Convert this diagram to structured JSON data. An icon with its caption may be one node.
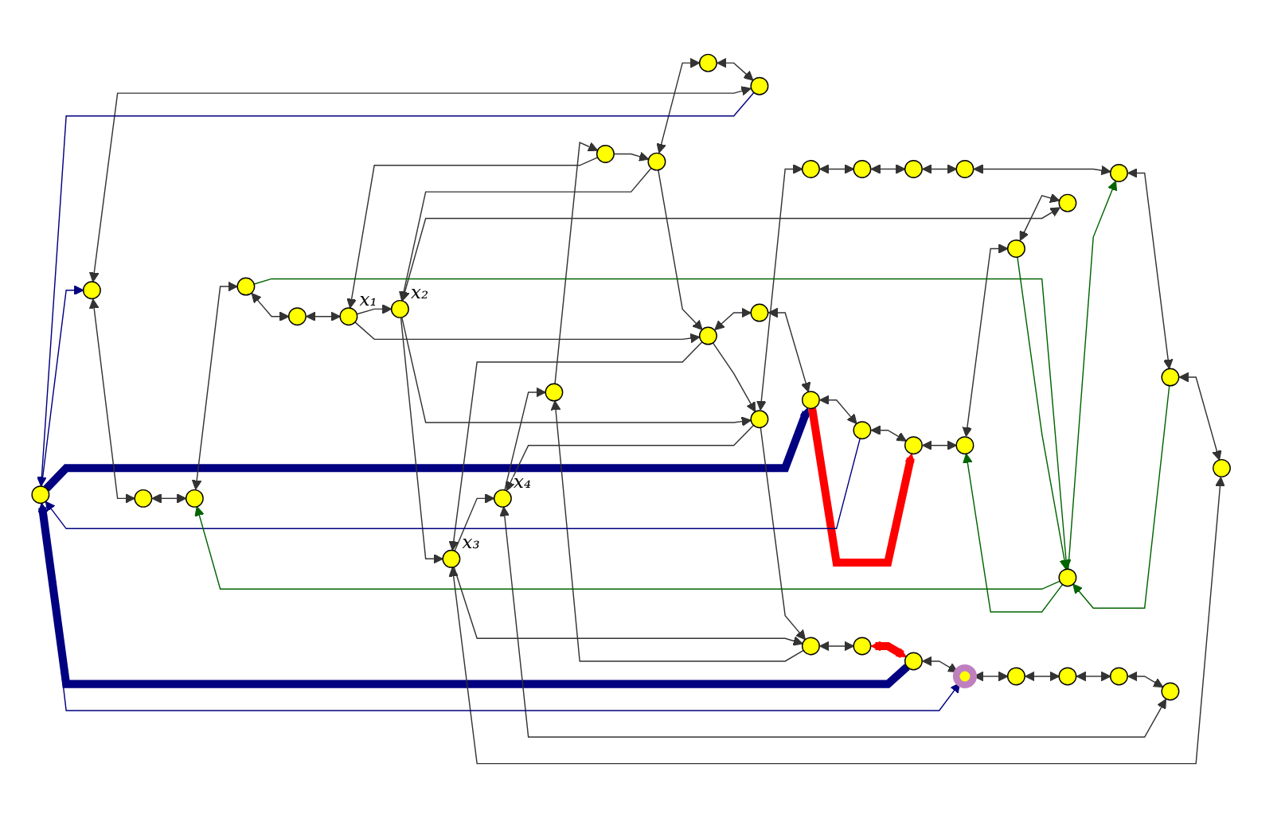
{
  "diagram": {
    "nodes": [
      {
        "text": [],
        "shape": "circle"
      },
      {
        "text": [],
        "shape": "circle"
      },
      {
        "text": [],
        "shape": "circle"
      },
      {
        "text": [],
        "shape": "circle"
      },
      {
        "text": [],
        "shape": "circle"
      },
      {
        "text": [],
        "shape": "circle"
      },
      {
        "text": [],
        "shape": "circle"
      },
      {
        "text": [],
        "shape": "circle"
      },
      {
        "text": [],
        "shape": "circle"
      },
      {
        "text": [],
        "shape": "circle"
      },
      {
        "text": [],
        "shape": "circle"
      },
      {
        "text": [],
        "shape": "circle",
        "beside": [
          "x₁"
        ]
      },
      {
        "text": [],
        "shape": "circle"
      },
      {
        "text": [],
        "shape": "circle"
      },
      {
        "text": [],
        "shape": "circle"
      },
      {
        "text": [],
        "shape": "circle"
      },
      {
        "text": [],
        "shape": "circle"
      },
      {
        "text": [],
        "shape": "circle"
      },
      {
        "text": [],
        "shape": "circle"
      },
      {
        "text": [],
        "shape": "circle"
      },
      {
        "text": [],
        "shape": "circle",
        "beside": [
          "x₂"
        ]
      },
      {
        "text": [],
        "shape": "circle"
      },
      {
        "text": [],
        "shape": "circle"
      },
      {
        "text": [],
        "shape": "circle"
      },
      {
        "text": [],
        "shape": "circle"
      },
      {
        "text": [],
        "shape": "circle"
      },
      {
        "text": [],
        "shape": "circle"
      },
      {
        "text": [],
        "shape": "circle"
      },
      {
        "text": [],
        "shape": "circle"
      },
      {
        "text": [],
        "shape": "circle",
        "beside": [
          "x₃"
        ]
      },
      {
        "text": [],
        "shape": "circle"
      },
      {
        "text": [],
        "shape": "circle"
      },
      {
        "text": [],
        "shape": "circle"
      },
      {
        "text": [],
        "shape": "circle"
      },
      {
        "text": [],
        "shape": "circle"
      },
      {
        "text": [],
        "shape": "circle"
      },
      {
        "text": [],
        "shape": "circle"
      },
      {
        "text": [],
        "shape": "circle"
      },
      {
        "text": [],
        "shape": "circle",
        "beside": [
          "x₄"
        ]
      },
      {
        "text": [],
        "shape": "circle"
      }
    ],
    "edges": [
      {
        "from": 2,
        "to": 3,
        "arrow": "to"
      },
      {
        "from": 2,
        "to": 11,
        "arrow": "to"
      },
      {
        "from": 3,
        "to": 4,
        "arrow": "both"
      },
      {
        "from": 4,
        "to": 5,
        "arrow": "both"
      },
      {
        "from": 5,
        "to": 6,
        "arrow": "both"
      },
      {
        "from": 6,
        "to": 7,
        "arrow": "both"
      },
      {
        "from": 7,
        "to": 8,
        "arrow": "both"
      },
      {
        "from": 8,
        "to": 9,
        "arrow": "both"
      },
      {
        "from": 9,
        "to": 10,
        "arrow": "both"
      },
      {
        "from": 10,
        "to": 11,
        "arrow": "both"
      },
      {
        "from": 12,
        "to": 13,
        "arrow": "both"
      },
      {
        "from": 13,
        "to": 14,
        "arrow": "both"
      },
      {
        "from": 14,
        "to": 15,
        "arrow": "both"
      },
      {
        "from": 15,
        "to": 16,
        "arrow": "both"
      },
      {
        "from": 16,
        "to": 17,
        "arrow": "both"
      },
      {
        "from": 17,
        "to": 18,
        "arrow": "both"
      },
      {
        "from": 18,
        "to": 19,
        "arrow": "both"
      },
      {
        "from": 19,
        "to": 20,
        "arrow": "both"
      },
      {
        "from": 21,
        "to": 22,
        "arrow": "both"
      },
      {
        "from": 22,
        "to": 23,
        "arrow": "both"
      },
      {
        "from": 23,
        "to": 24,
        "arrow": "both"
      },
      {
        "from": 24,
        "to": 25,
        "arrow": "both"
      },
      {
        "from": 25,
        "to": 26,
        "arrow": "both"
      },
      {
        "from": 26,
        "to": 27,
        "arrow": "both"
      },
      {
        "from": 27,
        "to": 28,
        "arrow": "both"
      },
      {
        "from": 28,
        "to": 29,
        "arrow": "both"
      },
      {
        "from": 30,
        "to": 31,
        "arrow": "both"
      },
      {
        "from": 31,
        "to": 32,
        "arrow": "both",
        "style": "thick",
        "color": "#ff0000"
      },
      {
        "from": 32,
        "to": 33,
        "arrow": "both"
      },
      {
        "from": 33,
        "to": 34,
        "arrow": "both"
      },
      {
        "from": 34,
        "to": 35,
        "arrow": "both"
      },
      {
        "from": 35,
        "to": 36,
        "arrow": "both"
      },
      {
        "from": 36,
        "to": 37,
        "arrow": "both"
      },
      {
        "from": 37,
        "to": 38,
        "arrow": "both"
      },
      {
        "from": 3,
        "to": 12,
        "arrow": "to"
      },
      {
        "from": 12,
        "to": 21,
        "arrow": "to"
      },
      {
        "from": 21,
        "to": 30,
        "arrow": "to"
      },
      {
        "from": 11,
        "to": 20,
        "arrow": "to"
      },
      {
        "from": 20,
        "to": 29,
        "arrow": "to"
      },
      {
        "from": 29,
        "to": 38,
        "arrow": "to"
      },
      {
        "from": 11,
        "to": 12,
        "arrow": "to"
      },
      {
        "from": 20,
        "to": 21,
        "arrow": "to"
      },
      {
        "from": 29,
        "to": 30,
        "arrow": "to"
      },
      {
        "from": 3,
        "to": 20,
        "arrow": "to"
      },
      {
        "from": 12,
        "to": 29,
        "arrow": "to"
      },
      {
        "from": 21,
        "to": 38,
        "arrow": "to"
      },
      {
        "from": 30,
        "to": 39,
        "arrow": "to"
      },
      {
        "from": 38,
        "to": 39,
        "arrow": "to"
      },
      {
        "from": 39,
        "to": 2,
        "arrow": "to"
      },
      {
        "from": 5,
        "to": 0,
        "arrow": "to",
        "color": "#000080"
      },
      {
        "from": 0,
        "to": 6,
        "arrow": "to",
        "color": "#000080"
      },
      {
        "from": 15,
        "to": 0,
        "arrow": "to",
        "color": "#000080"
      },
      {
        "from": 0,
        "to": 14,
        "arrow": "to",
        "style": "thick",
        "color": "#000080"
      },
      {
        "from": 0,
        "to": 33,
        "arrow": "to",
        "color": "#000080"
      },
      {
        "from": 32,
        "to": 0,
        "arrow": "to",
        "style": "thick",
        "color": "#000080"
      },
      {
        "from": 14,
        "to": 16,
        "arrow": "to",
        "style": "thick",
        "color": "#ff0000"
      },
      {
        "from": 1,
        "to": 8,
        "arrow": "to",
        "color": "#006400"
      },
      {
        "from": 9,
        "to": 1,
        "arrow": "to",
        "color": "#006400"
      },
      {
        "from": 1,
        "to": 17,
        "arrow": "to",
        "color": "#006400"
      },
      {
        "from": 18,
        "to": 1,
        "arrow": "to",
        "color": "#006400"
      },
      {
        "from": 1,
        "to": 26,
        "arrow": "to",
        "color": "#006400"
      },
      {
        "from": 27,
        "to": 1,
        "arrow": "to",
        "color": "#006400"
      }
    ]
  }
}
